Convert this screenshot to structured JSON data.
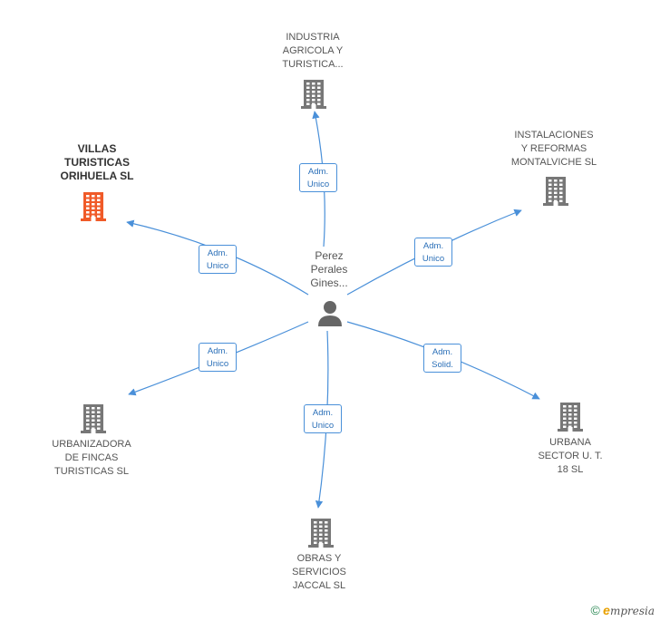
{
  "center": {
    "lines": [
      "Perez",
      "Perales",
      "Gines..."
    ]
  },
  "nodes": [
    {
      "id": "industria",
      "lines": [
        "INDUSTRIA",
        "AGRICOLA Y",
        "TURISTICA..."
      ],
      "color": "#777777",
      "badge": [
        "Adm.",
        "Unico"
      ]
    },
    {
      "id": "instalaciones",
      "lines": [
        "INSTALACIONES",
        "Y REFORMAS",
        "MONTALVICHE SL"
      ],
      "color": "#777777",
      "badge": [
        "Adm.",
        "Unico"
      ]
    },
    {
      "id": "villas",
      "lines": [
        "VILLAS",
        "TURISTICAS",
        "ORIHUELA SL"
      ],
      "color": "#f05a28",
      "badge": [
        "Adm.",
        "Unico"
      ],
      "highlight": true
    },
    {
      "id": "urbanizadora",
      "lines": [
        "URBANIZADORA",
        "DE FINCAS",
        "TURISTICAS SL"
      ],
      "color": "#777777",
      "badge": [
        "Adm.",
        "Unico"
      ]
    },
    {
      "id": "obras",
      "lines": [
        "OBRAS Y",
        "SERVICIOS",
        "JACCAL SL"
      ],
      "color": "#777777",
      "badge": [
        "Adm.",
        "Unico"
      ]
    },
    {
      "id": "urbana",
      "lines": [
        "URBANA",
        "SECTOR U. T.",
        "18  SL"
      ],
      "color": "#777777",
      "badge": [
        "Adm.",
        "Solid."
      ]
    }
  ],
  "colors": {
    "edge": "#4a90d9",
    "badge_text": "#2a6fb8",
    "person": "#666666"
  },
  "footer": {
    "copyright": "©",
    "brand_initial": "e",
    "brand_rest": "mpresia"
  }
}
